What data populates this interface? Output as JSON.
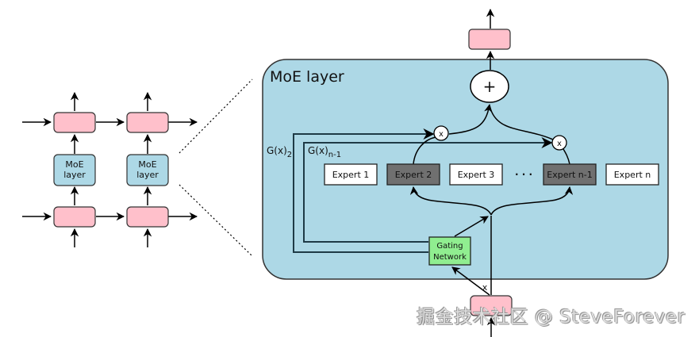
{
  "colors": {
    "moe_panel": "#add8e6",
    "pink_block": "#ffc0cb",
    "expert_active": "#707070",
    "expert_inactive": "#ffffff",
    "gating": "#90ee90",
    "stroke": "#000000"
  },
  "left_stack": {
    "moe_layer_label_line1": "MoE",
    "moe_layer_label_line2": "layer"
  },
  "moe_panel": {
    "title": "MoE layer",
    "sum_symbol": "+",
    "multiply_symbol": "x",
    "gate_label_2": "G(x)",
    "gate_label_2_sub": "2",
    "gate_label_n1": "G(x)",
    "gate_label_n1_sub": "n-1",
    "experts": [
      {
        "label": "Expert 1",
        "active": false
      },
      {
        "label": "Expert 2",
        "active": true
      },
      {
        "label": "Expert 3",
        "active": false
      },
      {
        "label": "Expert n-1",
        "active": true
      },
      {
        "label": "Expert n",
        "active": false
      }
    ],
    "ellipsis": "· · ·",
    "gating_line1": "Gating",
    "gating_line2": "Network",
    "input_label": "x"
  },
  "watermark": "掘金技术社区 @ SteveForever"
}
